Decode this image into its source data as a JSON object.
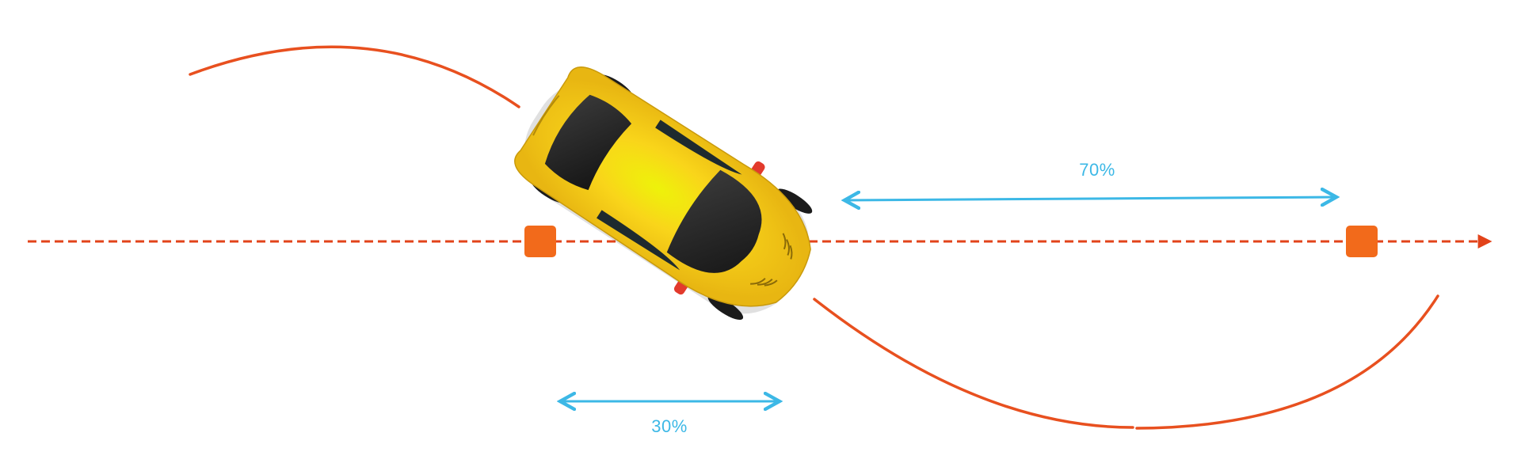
{
  "colors": {
    "background": "#ffffff",
    "trajectory": "#e8501f",
    "axis": "#e2431a",
    "marker": "#f26a1b",
    "measure": "#3cb8e6",
    "car_body": "#f7c51d",
    "car_body_highlight": "#eef20a",
    "car_glass": "#2b2b2b",
    "car_mirror": "#e23a2c"
  },
  "icons": {
    "car": "sports-car-top-view-icon",
    "marker": "square-marker"
  },
  "measurements": {
    "rear": {
      "label": "30%",
      "value": 30
    },
    "front": {
      "label": "70%",
      "value": 70
    }
  }
}
